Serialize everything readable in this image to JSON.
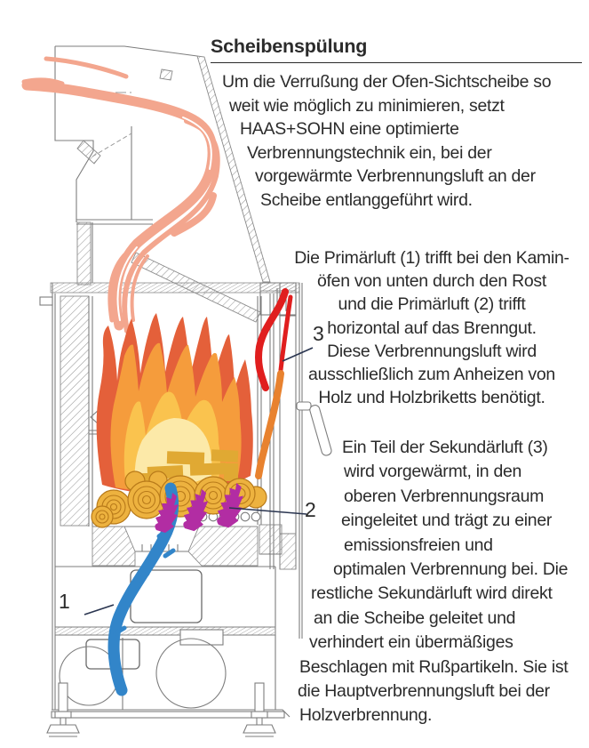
{
  "heading": {
    "text": "Scheibenspülung"
  },
  "paragraphs": {
    "p1": {
      "lines": [
        "Um die Verrußung der Ofen-Sichtscheibe so",
        "weit wie möglich zu minimieren, setzt",
        "HAAS+SOHN eine optimierte",
        "Verbrennungstechnik ein, bei der",
        "vorgewärmte Verbrennungsluft an der",
        "Scheibe entlanggeführt wird."
      ]
    },
    "p2": {
      "lines": [
        "Die Primärluft (1) trifft bei den Kamin-",
        "öfen von unten durch den Rost",
        "und die Primärluft (2) trifft",
        "horizontal auf das Brenngut.",
        "Diese Verbrennungsluft wird",
        "ausschließlich zum Anheizen von",
        "Holz und Holzbriketts benötigt."
      ]
    },
    "p3": {
      "lines": [
        "Ein Teil der Sekundärluft (3)",
        "wird vorgewärmt, in den",
        "oberen Verbrennungsraum",
        "eingeleitet und trägt zu einer",
        "emissionsfreien und",
        "optimalen Verbrennung bei. Die",
        "restliche Sekundärluft wird direkt",
        "an die Scheibe geleitet und",
        "verhindert ein übermäßiges",
        "Beschlagen mit Rußpartikeln. Sie ist",
        "die Hauptverbrennungsluft bei der",
        "Holzverbrennung."
      ]
    }
  },
  "labels": {
    "one": "1",
    "two": "2",
    "three": "3"
  },
  "colors": {
    "smoke": "#F3A68E",
    "primary_air_1": "#3285C9",
    "primary_air_2": "#B22DA3",
    "secondary_air_3": "#E01E1E",
    "secondary_air_3_lower": "#E8822F",
    "flame_outer": "#E4603A",
    "flame_mid": "#F59C3C",
    "flame_inner": "#FAC34E",
    "flame_core": "#FCE9A8",
    "wood": "#E0A933",
    "wood_light": "#EDB23F",
    "wood_line": "#B87A1A",
    "text": "#2b2b2b"
  }
}
